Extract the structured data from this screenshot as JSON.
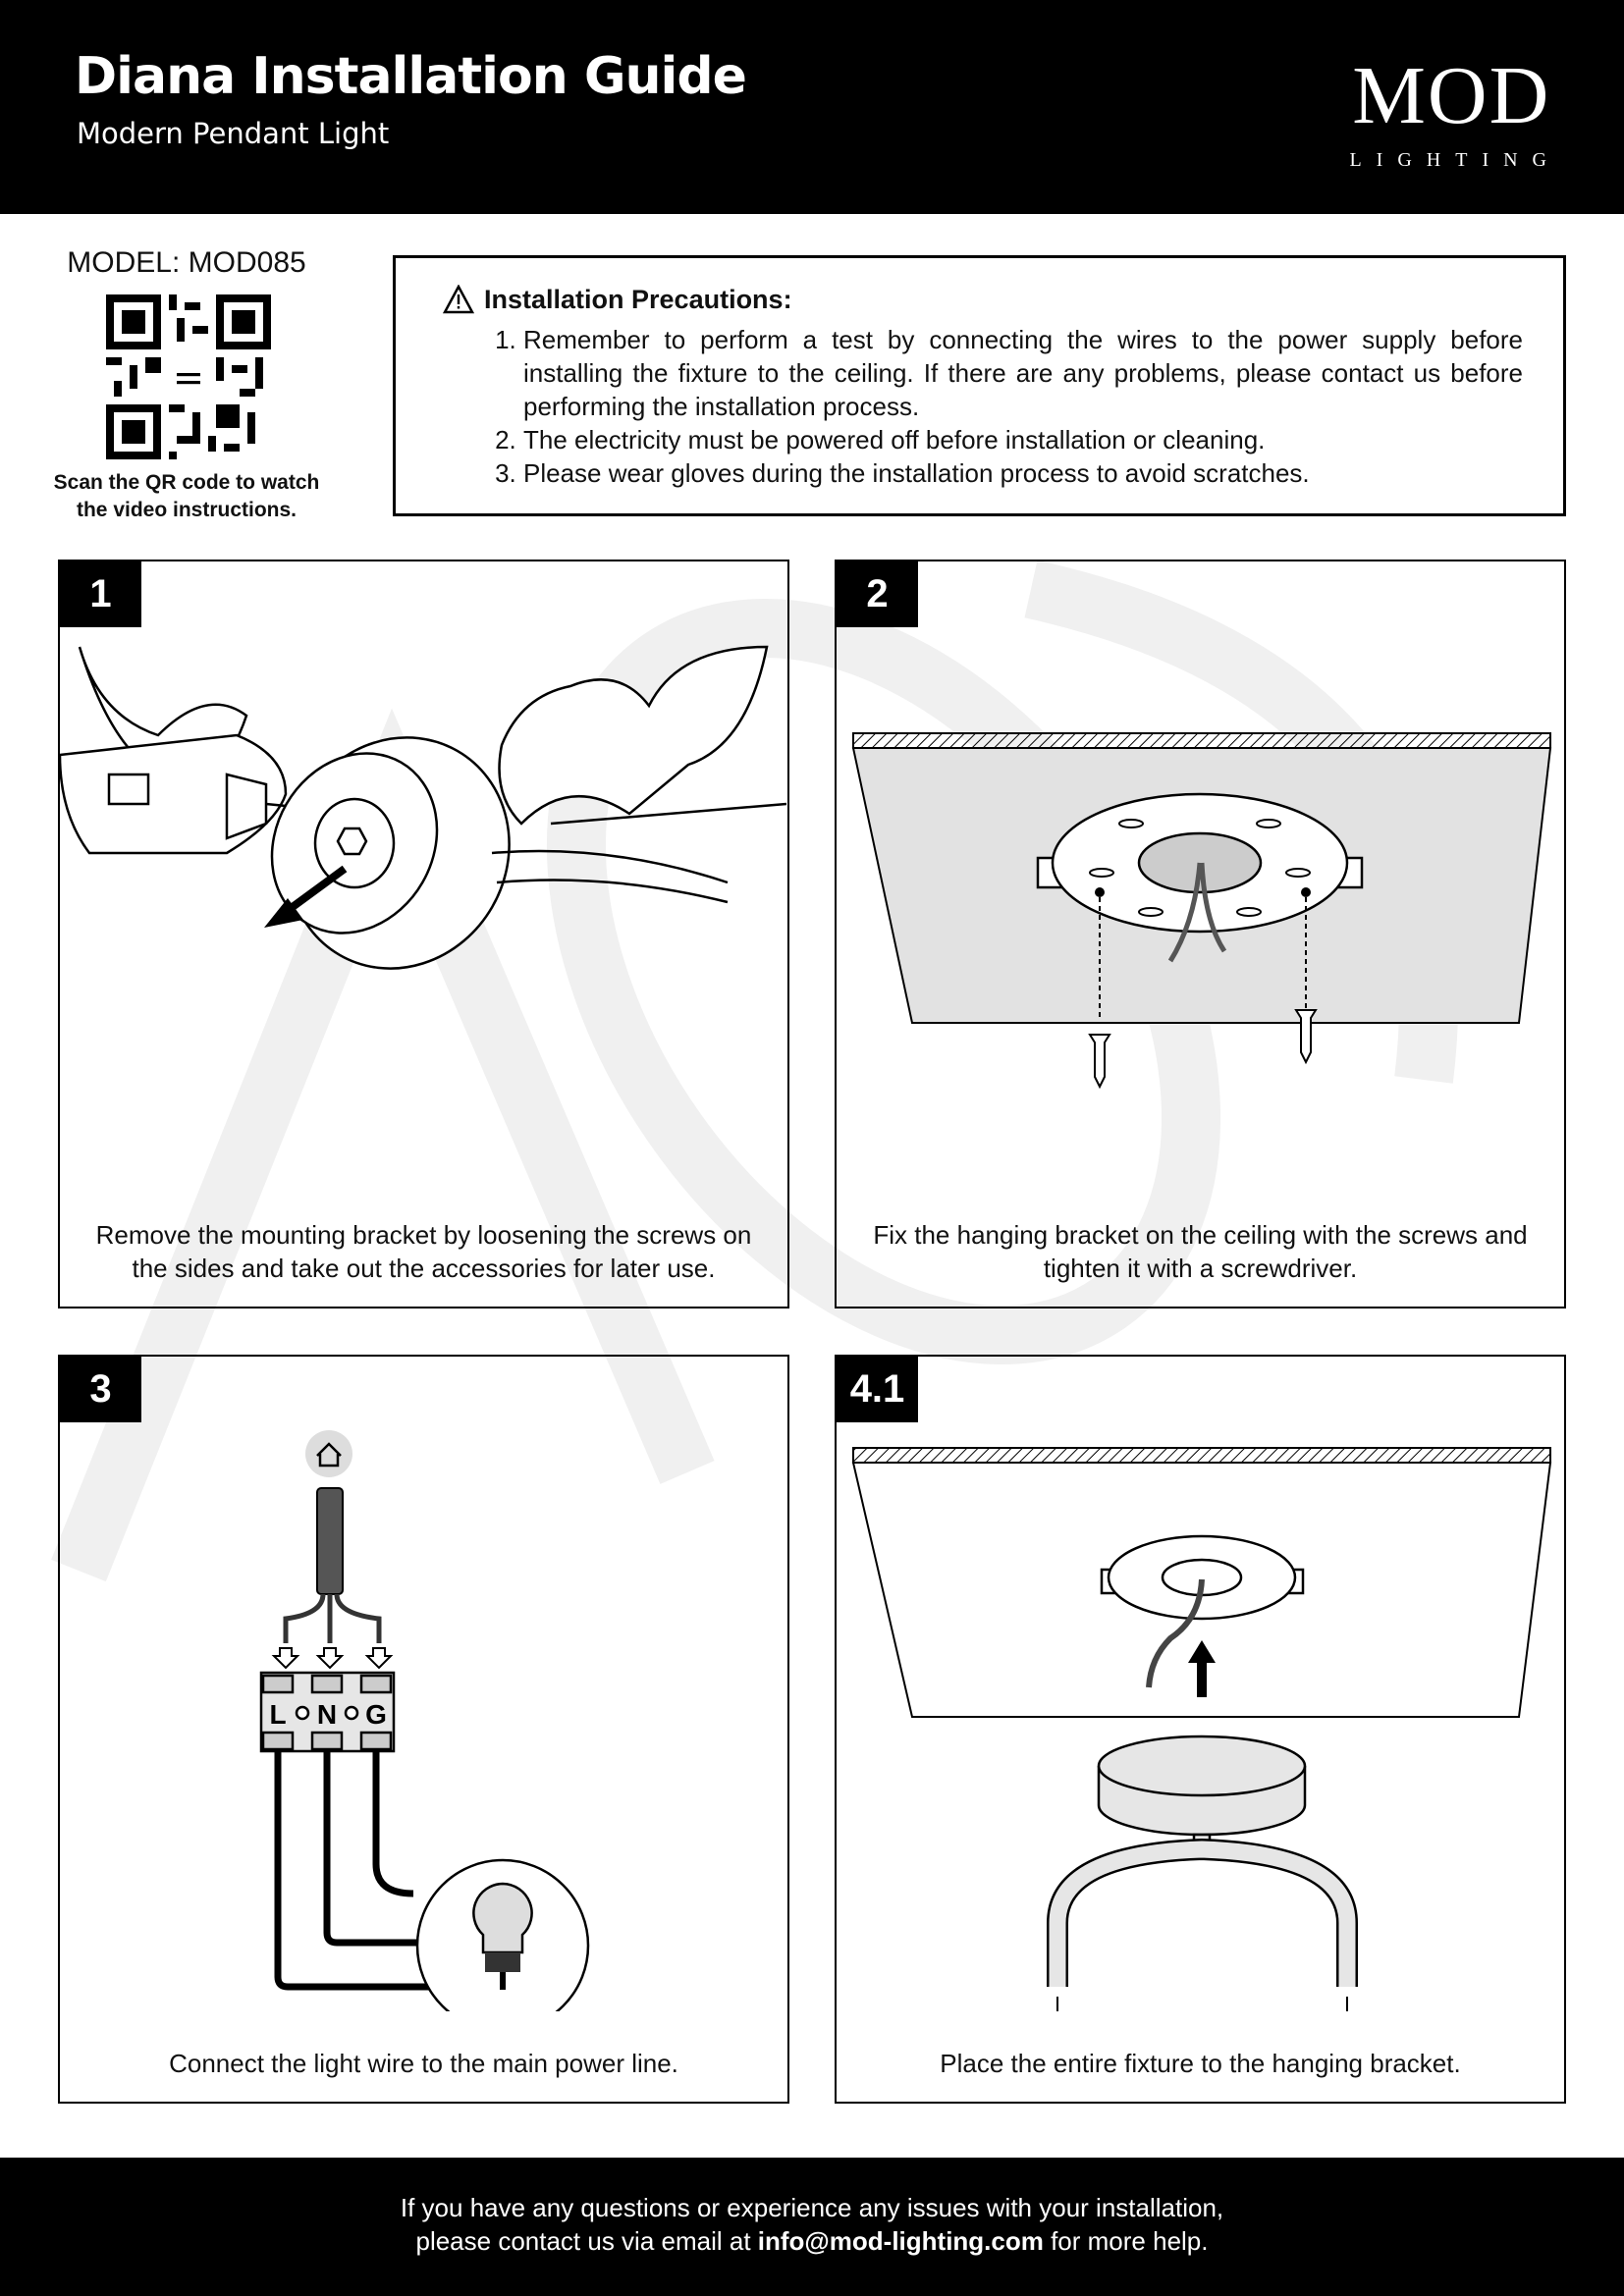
{
  "header": {
    "title": "Diana Installation Guide",
    "subtitle": "Modern Pendant Light",
    "logo_main": "MOD",
    "logo_sub": "LIGHTING"
  },
  "model": {
    "label": "MODEL: MOD085",
    "qr_caption": "Scan the QR code to watch the video instructions."
  },
  "precautions": {
    "icon": "warning-triangle-icon",
    "title": "Installation Precautions:",
    "items": [
      "Remember to perform a test by connecting the wires to the power supply before installing the fixture to the ceiling. If there are any problems, please contact us before performing the installation process.",
      "The electricity must be powered off before installation or cleaning.",
      "Please wear gloves during the installation process to avoid scratches."
    ]
  },
  "steps": [
    {
      "number": "1",
      "caption": "Remove the mounting bracket by loosening the screws on the sides and take out the accessories for later use."
    },
    {
      "number": "2",
      "caption": "Fix the hanging bracket on the ceiling with the screws and tighten it with a screwdriver."
    },
    {
      "number": "3",
      "caption": "Connect the light wire to the main power line.",
      "terminals": [
        "L",
        "N",
        "G"
      ]
    },
    {
      "number": "4.1",
      "caption": "Place the entire fixture to the hanging bracket."
    }
  ],
  "footer": {
    "line1": "If you have any questions or experience any issues with your installation,",
    "line2_pre": "please contact us via email at ",
    "email": "info@mod-lighting.com",
    "line2_post": " for more help."
  }
}
